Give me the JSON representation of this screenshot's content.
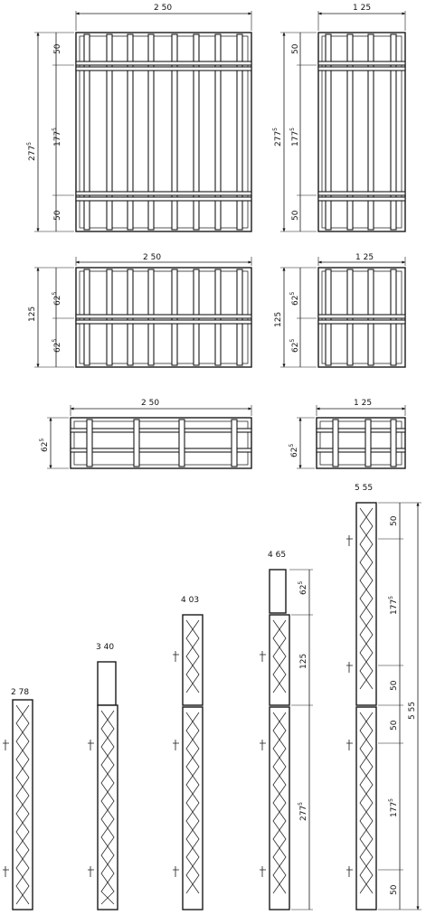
{
  "view_top": {
    "large": {
      "width": "2 50",
      "height": "277",
      "height_sup": "5",
      "top": "50",
      "mid": "177",
      "mid_sup": "5",
      "bottom": "50"
    },
    "small": {
      "width": "1 25",
      "height": "277",
      "height_sup": "5",
      "top": "50",
      "mid": "177",
      "mid_sup": "5",
      "bottom": "50"
    }
  },
  "view_mid": {
    "large": {
      "width": "2 50",
      "height": "125",
      "upper": "62",
      "upper_sup": "5",
      "lower": "62",
      "lower_sup": "5"
    },
    "small": {
      "width": "1 25",
      "height": "125",
      "upper": "62",
      "upper_sup": "5",
      "lower": "62",
      "lower_sup": "5"
    }
  },
  "view_low": {
    "large": {
      "width": "2 50",
      "height": "62",
      "height_sup": "5"
    },
    "small": {
      "width": "1 25",
      "height": "62",
      "height_sup": "5"
    }
  },
  "elevations": {
    "heights": [
      "2 78",
      "3 40",
      "4 03",
      "4 65",
      "5 55"
    ],
    "e4": {
      "top": "62",
      "top_sup": "5",
      "mid": "125",
      "low": "277",
      "low_sup": "5"
    },
    "e5": {
      "a": "50",
      "b": "177",
      "b_sup": "5",
      "c": "50",
      "d": "50",
      "e": "177",
      "e_sup": "5",
      "f": "50",
      "total": "5 55"
    }
  }
}
